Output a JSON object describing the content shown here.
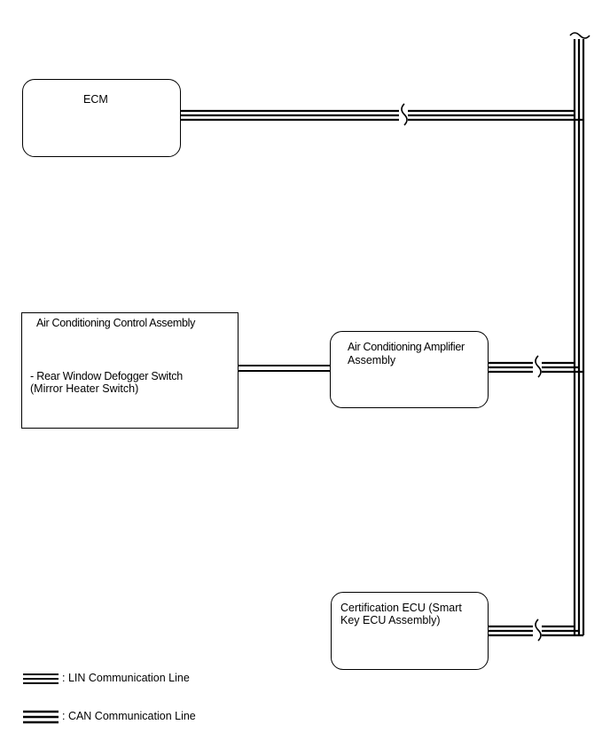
{
  "nodes": {
    "ecm": {
      "label": "ECM"
    },
    "ac_control": {
      "title": "Air Conditioning Control Assembly",
      "line1": "- Rear Window Defogger Switch",
      "line2": "(Mirror Heater Switch)"
    },
    "ac_amplifier": {
      "line1": "Air Conditioning Amplifier",
      "line2": "Assembly"
    },
    "certification_ecu": {
      "line1": "Certification ECU (Smart",
      "line2": "Key ECU Assembly)"
    }
  },
  "legend": {
    "lin": ": LIN Communication Line",
    "can": ": CAN Communication Line"
  }
}
